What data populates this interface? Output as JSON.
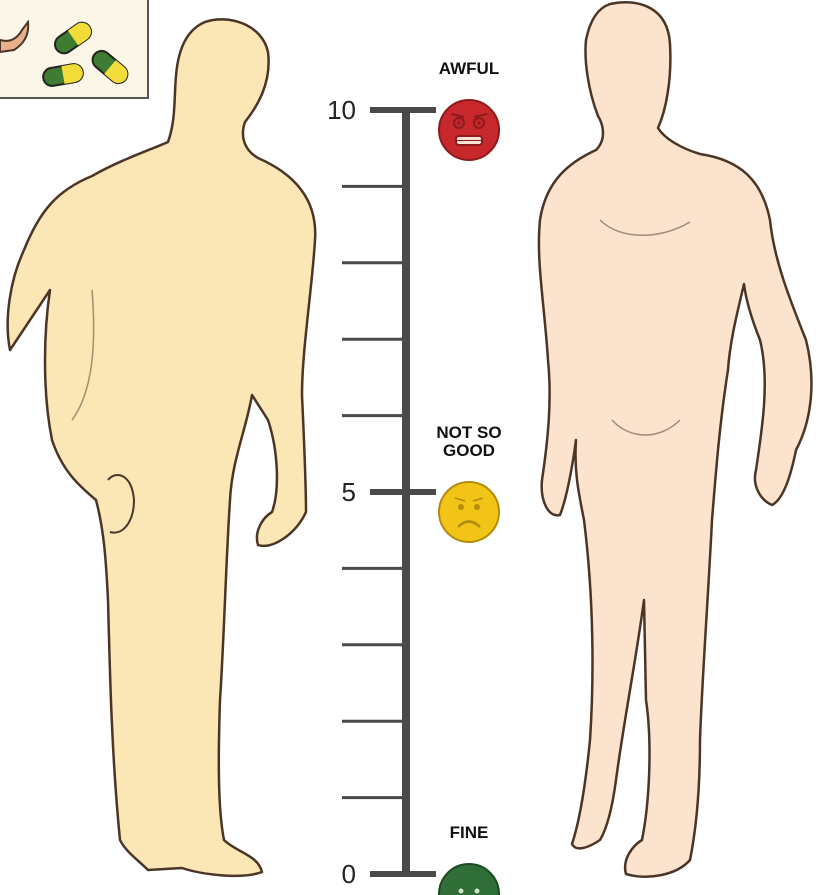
{
  "scale": {
    "min": 0,
    "max": 10,
    "tick_count": 10,
    "number_labels": [
      {
        "value": 10,
        "text": "10"
      },
      {
        "value": 5,
        "text": "5"
      },
      {
        "value": 0,
        "text": "0"
      }
    ],
    "levels": [
      {
        "value": 10,
        "lines": [
          "AWFUL"
        ],
        "face": "distressed-face-icon",
        "color": "#c6282b",
        "stroke": "#8d1a1c"
      },
      {
        "value": 5,
        "lines": [
          "NOT SO",
          "GOOD"
        ],
        "face": "sad-face-icon",
        "color": "#f2c417",
        "stroke": "#b38c0b"
      },
      {
        "value": 0,
        "lines": [
          "FINE"
        ],
        "face": "calm-face-icon",
        "color": "#2f6e36",
        "stroke": "#1d4a22"
      }
    ]
  },
  "colors": {
    "axis": "#4a4a4a",
    "skin_back": "#fbe6b6",
    "skin_front": "#fbe3cd",
    "figure_outline": "#4a3526",
    "inset_border": "#555555",
    "pill_yellow": "#f1dc3a",
    "pill_green": "#3f7b32"
  }
}
